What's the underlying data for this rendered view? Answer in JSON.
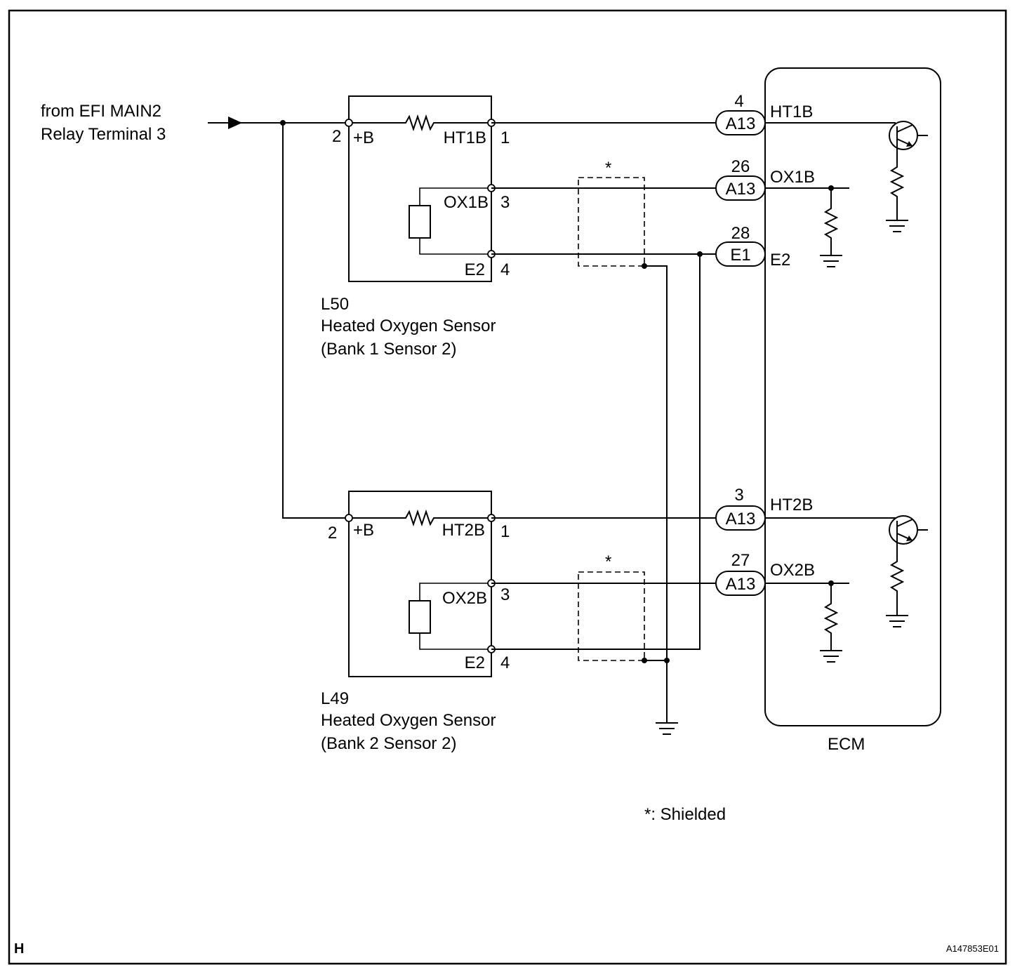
{
  "source": {
    "line1": "from EFI MAIN2",
    "line2": "Relay Terminal 3"
  },
  "sensors": [
    {
      "code": "L50",
      "name": "Heated Oxygen Sensor",
      "position": "(Bank 1 Sensor 2)",
      "pins": {
        "b": "2",
        "ht": "1",
        "ox": "3",
        "e2": "4"
      },
      "labels": {
        "b": "+B",
        "ht": "HT1B",
        "ox": "OX1B",
        "e2": "E2"
      }
    },
    {
      "code": "L49",
      "name": "Heated Oxygen Sensor",
      "position": "(Bank 2 Sensor 2)",
      "pins": {
        "b": "2",
        "ht": "1",
        "ox": "3",
        "e2": "4"
      },
      "labels": {
        "b": "+B",
        "ht": "HT2B",
        "ox": "OX2B",
        "e2": "E2"
      }
    }
  ],
  "ecm": {
    "label": "ECM",
    "connectors": [
      {
        "pin": "4",
        "connector": "A13",
        "signal": "HT1B"
      },
      {
        "pin": "26",
        "connector": "A13",
        "signal": "OX1B"
      },
      {
        "pin": "28",
        "connector": "E1",
        "signal": "E2"
      },
      {
        "pin": "3",
        "connector": "A13",
        "signal": "HT2B"
      },
      {
        "pin": "27",
        "connector": "A13",
        "signal": "OX2B"
      }
    ]
  },
  "shield_mark": "*",
  "note": "*: Shielded",
  "corner_letter": "H",
  "figure_id": "A147853E01"
}
